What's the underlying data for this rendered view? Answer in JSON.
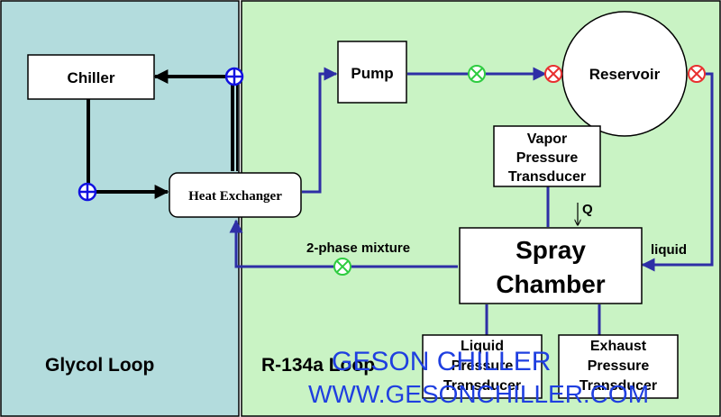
{
  "regions": {
    "glycol_label": "Glycol Loop",
    "r134a_label": "R-134a Loop"
  },
  "components": {
    "chiller": "Chiller",
    "heat_exchanger": "Heat Exchanger",
    "pump": "Pump",
    "reservoir": "Reservoir",
    "vapor_transducer": [
      "Vapor",
      "Pressure",
      "Transducer"
    ],
    "spray_chamber": [
      "Spray",
      "Chamber"
    ],
    "liquid_transducer": [
      "Liquid",
      "Pressure",
      "Transducer"
    ],
    "exhaust_transducer": [
      "Exhaust",
      "Pressure",
      "Transducer"
    ]
  },
  "flow_labels": {
    "heat_in": "Q",
    "liquid": "liquid",
    "two_phase": "2-phase mixture"
  },
  "watermark": {
    "line1": "GESON CHILLER",
    "line2": "WWW.GESONCHILLER.COM"
  },
  "colors": {
    "glycol_bg": "#b3dcdd",
    "r134a_bg": "#c9f3c4",
    "flow_line": "#2e2ea6",
    "valve_green": "#2ecc40",
    "valve_red": "#e83030",
    "port_blue": "#1010e0",
    "watermark": "#1f3fe0"
  }
}
